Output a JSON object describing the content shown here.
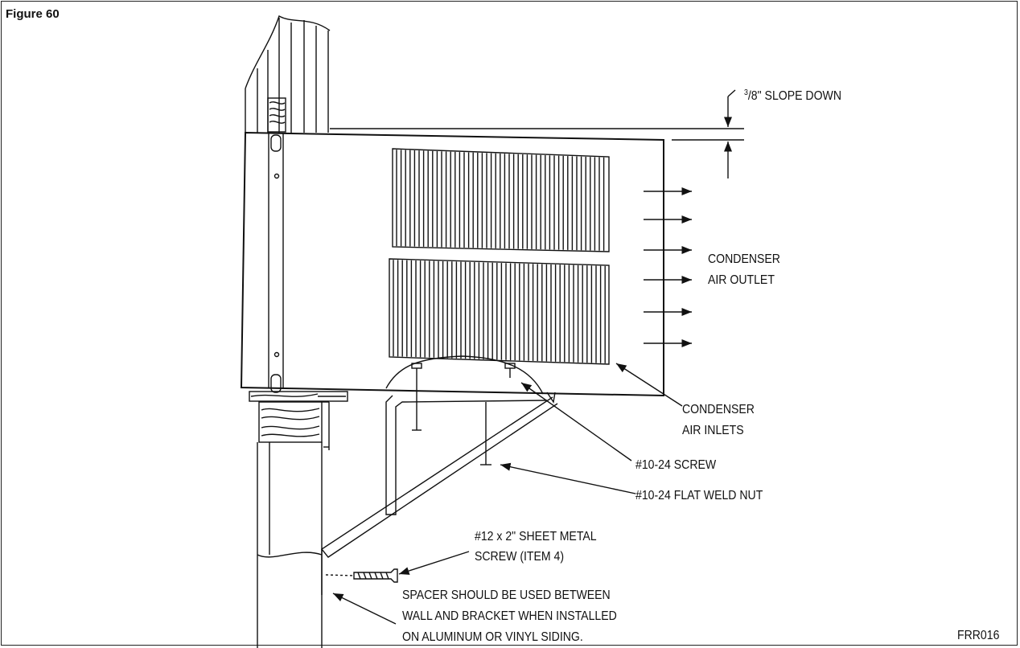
{
  "figure": {
    "title": "Figure 60",
    "code": "FRR016"
  },
  "labels": {
    "slope": {
      "numerator": "3",
      "rest": "/8\" SLOPE DOWN"
    },
    "outlet": [
      "CONDENSER",
      "AIR OUTLET"
    ],
    "inlets": [
      "CONDENSER",
      "AIR INLETS"
    ],
    "screw": "#10-24 SCREW",
    "weld_nut": "#10-24 FLAT WELD NUT",
    "sheet_metal_screw": [
      "#12 x 2\" SHEET METAL",
      "SCREW (ITEM 4)"
    ],
    "spacer_note": [
      "SPACER SHOULD BE USED BETWEEN",
      "WALL AND BRACKET WHEN INSTALLED",
      "ON ALUMINUM OR VINYL SIDING."
    ]
  },
  "colors": {
    "line": "#111111",
    "background": "#ffffff"
  }
}
